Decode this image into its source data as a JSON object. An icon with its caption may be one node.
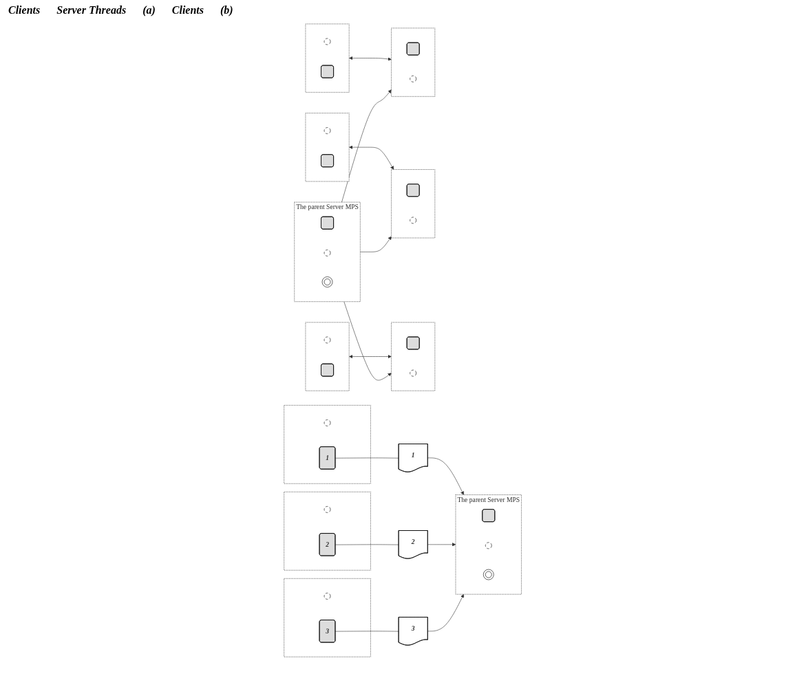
{
  "diagram": {
    "nodes": [
      {
        "text": [],
        "shape": "box"
      },
      {
        "text": [],
        "shape": "circle",
        "in": 0
      },
      {
        "text": [],
        "shape": "box",
        "in": 0
      },
      {
        "text": [],
        "shape": "box"
      },
      {
        "text": [],
        "shape": "box",
        "in": 3
      },
      {
        "text": [],
        "shape": "circle",
        "in": 3
      },
      {
        "text": [],
        "shape": "box"
      },
      {
        "text": [],
        "shape": "circle",
        "in": 6
      },
      {
        "text": [],
        "shape": "box",
        "in": 6
      },
      {
        "text": [],
        "shape": "box"
      },
      {
        "text": [],
        "shape": "box",
        "in": 9
      },
      {
        "text": [],
        "shape": "circle",
        "in": 9
      },
      {
        "text": [],
        "shape": "box"
      },
      {
        "text": [],
        "shape": "circle",
        "in": 12
      },
      {
        "text": [],
        "shape": "box",
        "in": 12
      },
      {
        "text": [],
        "shape": "box"
      },
      {
        "text": [],
        "shape": "box",
        "in": 15
      },
      {
        "text": [],
        "shape": "circle",
        "in": 15
      },
      {
        "text": [
          "The parent Server MPS"
        ]
      },
      {
        "text": [],
        "shape": "box",
        "in": 18
      },
      {
        "text": [],
        "shape": "circle",
        "in": 18
      },
      {
        "text": [],
        "shape": "stack",
        "in": 18
      },
      {
        "text": [],
        "shape": "box"
      },
      {
        "text": [],
        "shape": "circle",
        "in": 22
      },
      {
        "text": [
          "1"
        ],
        "in": 22
      },
      {
        "text": [],
        "shape": "box"
      },
      {
        "text": [],
        "shape": "circle",
        "in": 25
      },
      {
        "text": [
          "2"
        ],
        "in": 25
      },
      {
        "text": [],
        "shape": "box"
      },
      {
        "text": [],
        "shape": "circle",
        "in": 28
      },
      {
        "text": [
          "3"
        ],
        "in": 28
      },
      {
        "text": [
          "1"
        ]
      },
      {
        "text": [
          "2"
        ]
      },
      {
        "text": [
          "3"
        ]
      },
      {
        "text": [
          "The parent Server MPS"
        ]
      },
      {
        "text": [],
        "shape": "box",
        "in": 34
      },
      {
        "text": [],
        "shape": "circle",
        "in": 34
      },
      {
        "text": [],
        "shape": "stack",
        "in": 34
      }
    ],
    "edges": [
      {
        "from": 0,
        "to": 3,
        "arrow": "both"
      },
      {
        "from": 6,
        "to": 9,
        "arrow": "both"
      },
      {
        "from": 12,
        "to": 15,
        "arrow": "both"
      },
      {
        "from": 18,
        "to": 3,
        "arrow": "to"
      },
      {
        "from": 18,
        "to": 9,
        "arrow": "to"
      },
      {
        "from": 18,
        "to": 15,
        "arrow": "to"
      },
      {
        "from": 24,
        "to": 31,
        "arrow": "none"
      },
      {
        "from": 31,
        "to": 34,
        "arrow": "to"
      },
      {
        "from": 27,
        "to": 32,
        "arrow": "none"
      },
      {
        "from": 32,
        "to": 34,
        "arrow": "to"
      },
      {
        "from": 30,
        "to": 33,
        "arrow": "none"
      },
      {
        "from": 33,
        "to": 34,
        "arrow": "to"
      }
    ],
    "labels": [
      "Clients",
      "Server Threads",
      "(a)",
      "Clients",
      "(b)"
    ]
  }
}
